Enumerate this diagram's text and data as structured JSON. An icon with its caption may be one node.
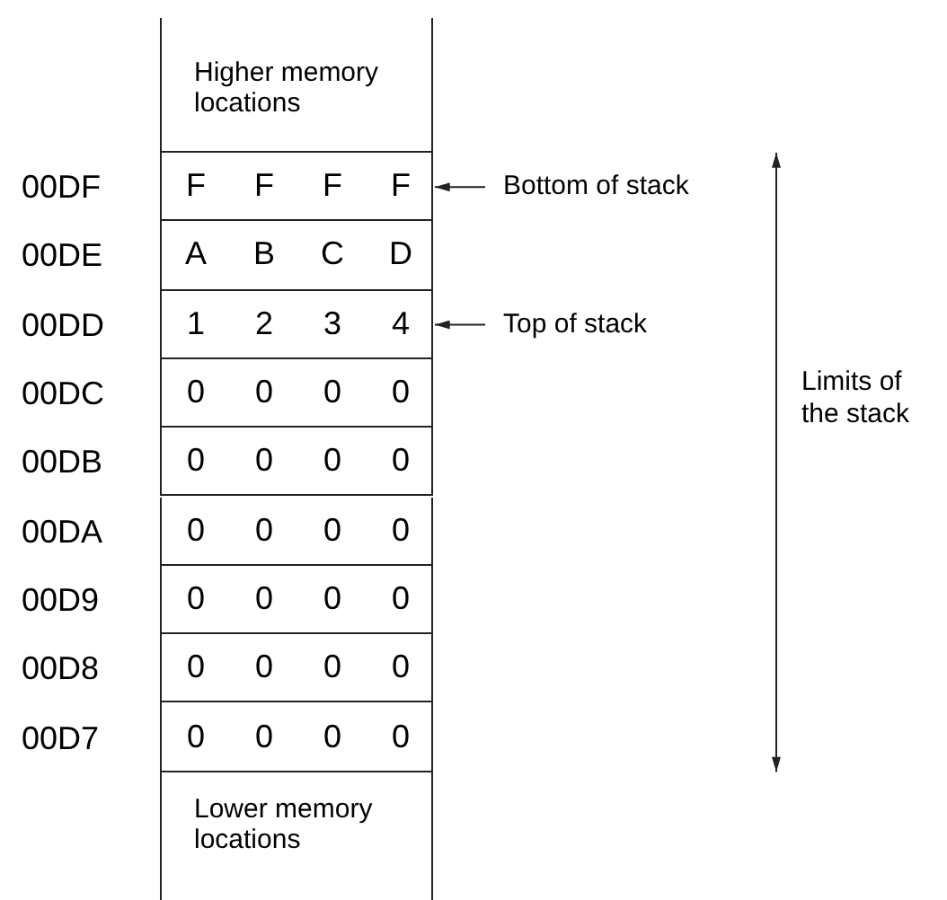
{
  "diagram": {
    "nodes": [
      {
        "text": [
          "Higher memory locations"
        ]
      },
      {
        "text": [
          "F",
          "F",
          "F",
          "F"
        ],
        "beside": [
          "00DF"
        ]
      },
      {
        "text": [
          "A",
          "B",
          "C",
          "D"
        ],
        "beside": [
          "00DE"
        ]
      },
      {
        "text": [
          "1",
          "2",
          "3",
          "4"
        ],
        "beside": [
          "00DD"
        ]
      },
      {
        "text": [
          "0",
          "0",
          "0",
          "0"
        ],
        "beside": [
          "00DC"
        ]
      },
      {
        "text": [
          "0",
          "0",
          "0",
          "0"
        ],
        "beside": [
          "00DB"
        ]
      },
      {
        "text": [
          "0",
          "0",
          "0",
          "0"
        ],
        "beside": [
          "00DA"
        ]
      },
      {
        "text": [
          "0",
          "0",
          "0",
          "0"
        ],
        "beside": [
          "00D9"
        ]
      },
      {
        "text": [
          "0",
          "0",
          "0",
          "0"
        ],
        "beside": [
          "00D8"
        ]
      },
      {
        "text": [
          "0",
          "0",
          "0",
          "0"
        ],
        "beside": [
          "00D7"
        ]
      },
      {
        "text": [
          "Lower memory locations"
        ]
      },
      {
        "text": [
          "Bottom of stack"
        ]
      },
      {
        "text": [
          "Top of stack"
        ]
      }
    ],
    "edges": [
      {
        "from": 11,
        "to": 1,
        "arrow": "to"
      },
      {
        "from": 12,
        "to": 3,
        "arrow": "to"
      }
    ],
    "labels": [
      "Limits of the stack"
    ]
  }
}
